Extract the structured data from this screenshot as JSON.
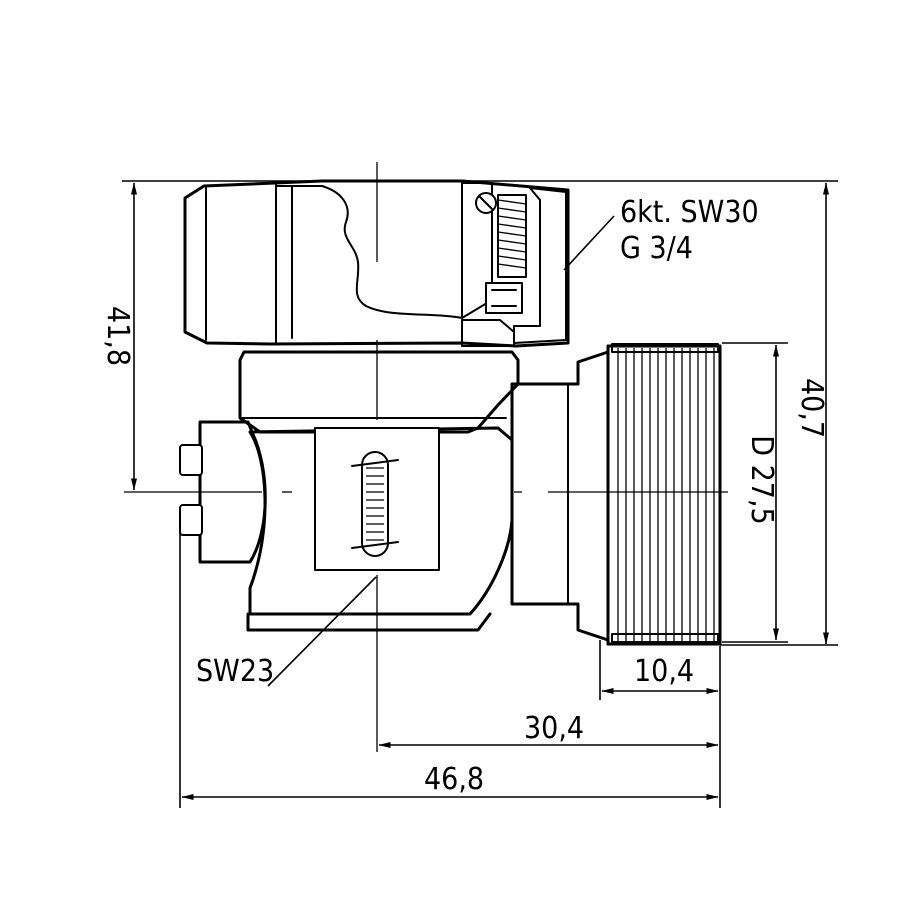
{
  "annotations": {
    "hex_nut": "6kt. SW30",
    "thread": "G 3/4",
    "wrench_size": "SW23"
  },
  "dimensions": {
    "length_short": "10,4",
    "length_mid": "30,4",
    "length_total": "46,8",
    "height_left": "41,8",
    "height_right": "40,7",
    "diameter_thread": "D 27,5"
  }
}
